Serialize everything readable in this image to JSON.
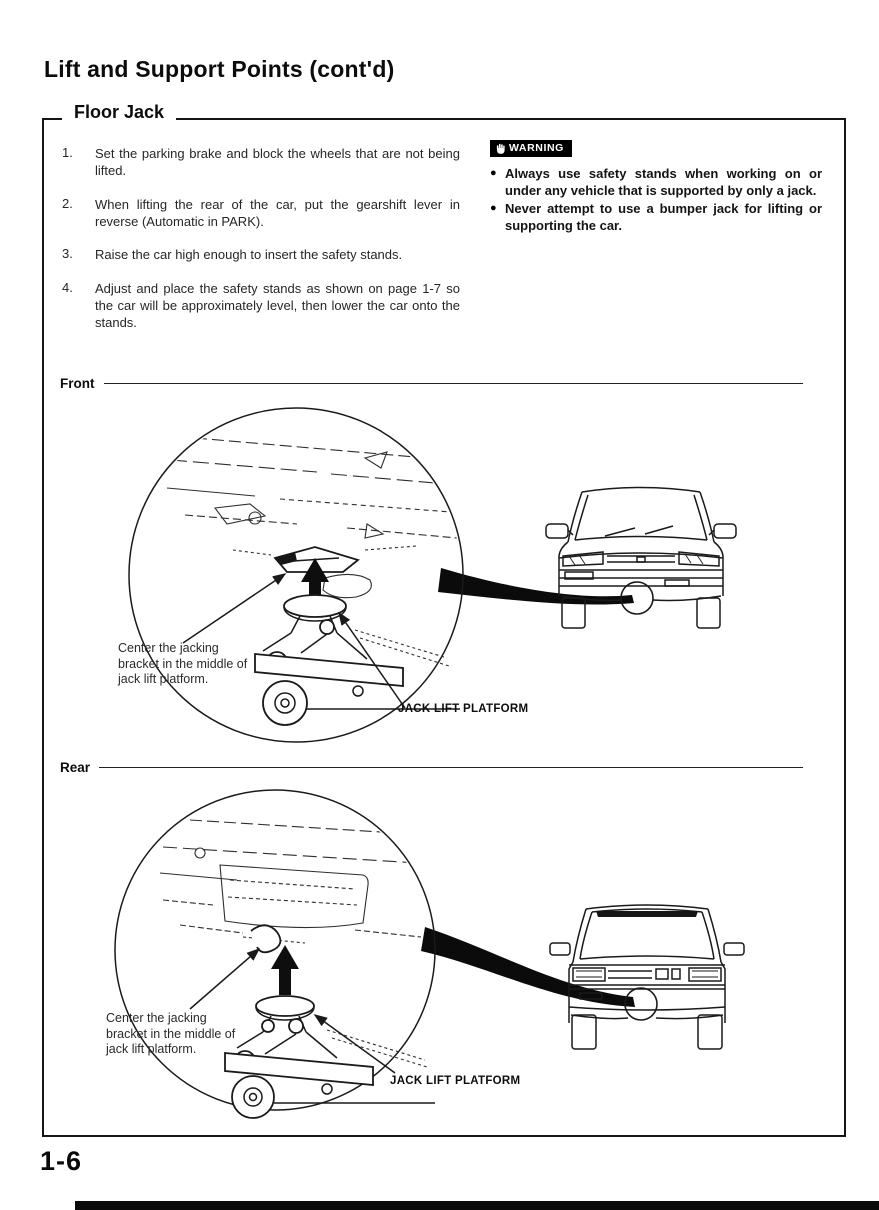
{
  "page": {
    "title": "Lift and Support Points (cont'd)",
    "page_number": "1-6"
  },
  "floor_jack": {
    "box_title": "Floor Jack",
    "steps": [
      {
        "num": "1.",
        "text": "Set the parking brake and block the wheels that are not being lifted."
      },
      {
        "num": "2.",
        "text": "When lifting the rear of the car, put the gearshift lever in reverse (Automatic in PARK)."
      },
      {
        "num": "3.",
        "text": "Raise the car high enough to insert the safety stands."
      },
      {
        "num": "4.",
        "text": "Adjust and place the safety stands as shown on page 1-7 so the car will be approximately level, then lower the car onto the stands."
      }
    ],
    "warning": {
      "label": "WARNING",
      "bullet": "●",
      "items": [
        "Always use safety stands when working on or under any vehicle that is supported by only a jack.",
        "Never attempt to use a bumper jack for lifting or supporting the car."
      ]
    },
    "front": {
      "heading": "Front",
      "callout": "Center the jacking bracket in the middle of jack lift platform.",
      "platform_label": "JACK LIFT PLATFORM"
    },
    "rear": {
      "heading": "Rear",
      "callout": "Center the jacking bracket in the middle of jack lift platform.",
      "platform_label": "JACK LIFT PLATFORM"
    }
  },
  "colors": {
    "ink": "#1a1a1a",
    "paper": "#ffffff",
    "badge": "#000000"
  }
}
